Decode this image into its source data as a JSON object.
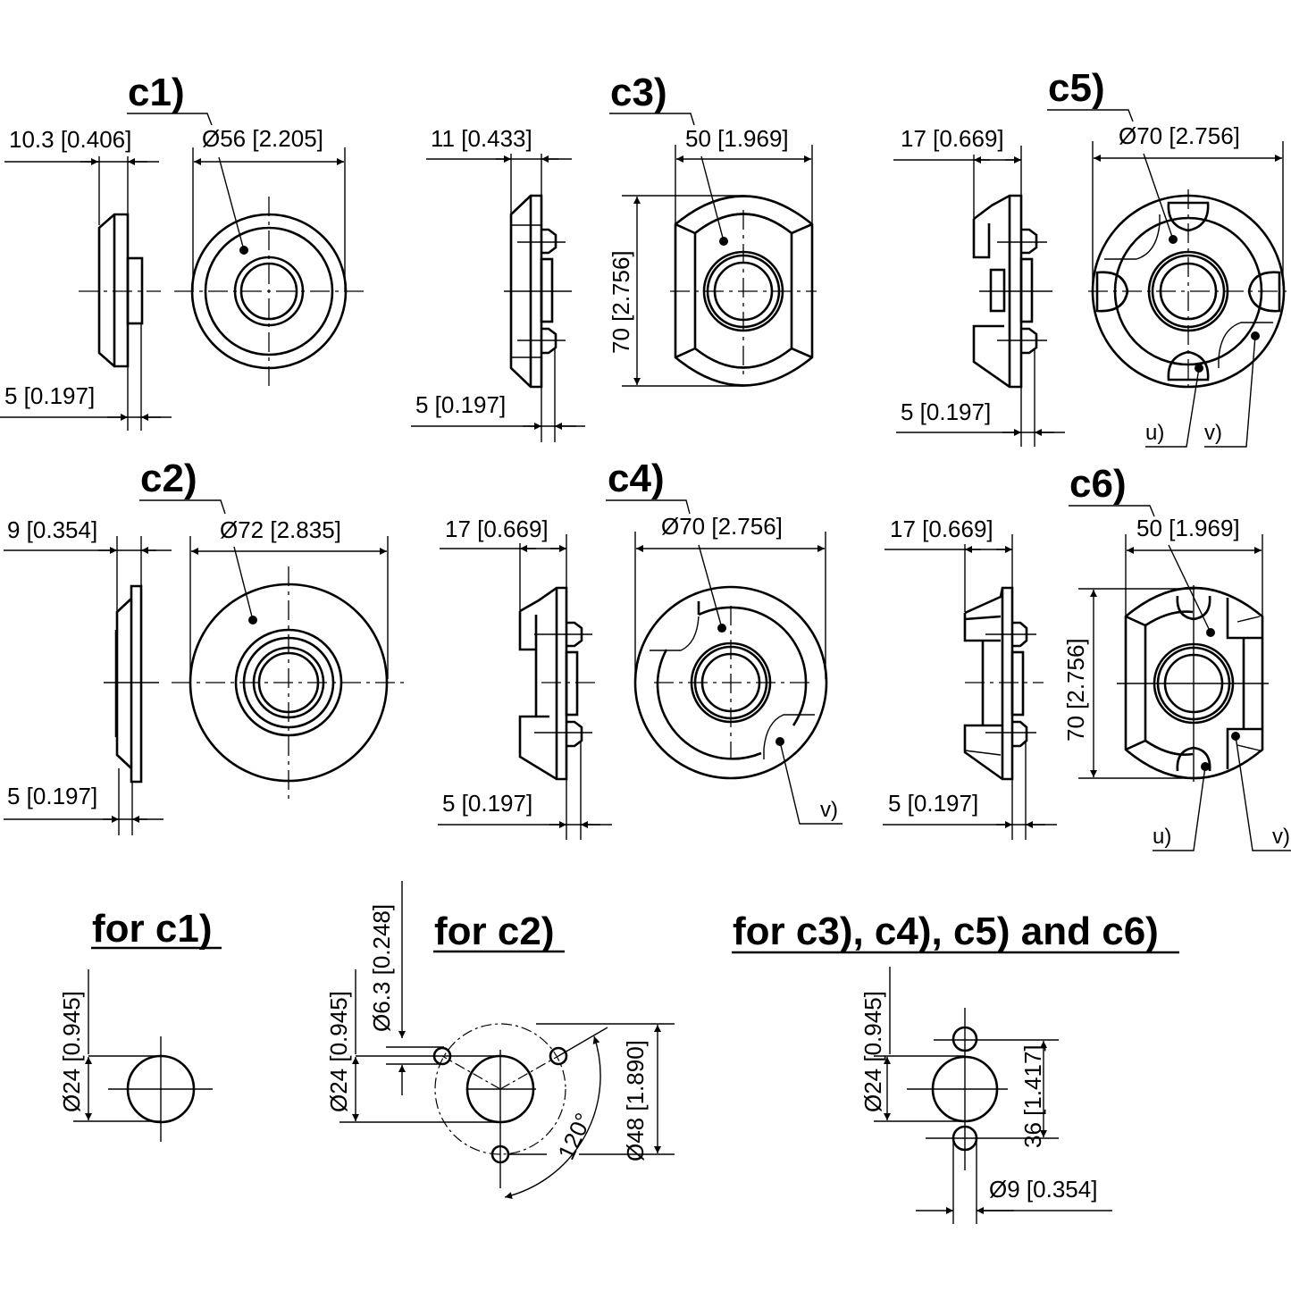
{
  "variants": [
    {
      "id": "c1",
      "title": "c1)",
      "side_width": "10.3 [0.406]",
      "side_offset": "5 [0.197]",
      "front_dim": "Ø56 [2.205]"
    },
    {
      "id": "c2",
      "title": "c2)",
      "side_width": "9 [0.354]",
      "side_offset": "5 [0.197]",
      "front_dim": "Ø72 [2.835]"
    },
    {
      "id": "c3",
      "title": "c3)",
      "side_width": "11 [0.433]",
      "side_offset": "5 [0.197]",
      "front_dim": "50 [1.969]",
      "front_height": "70 [2.756]"
    },
    {
      "id": "c4",
      "title": "c4)",
      "side_width": "17 [0.669]",
      "side_offset": "5 [0.197]",
      "front_dim": "Ø70 [2.756]",
      "callouts": [
        "v)"
      ]
    },
    {
      "id": "c5",
      "title": "c5)",
      "side_width": "17 [0.669]",
      "side_offset": "5 [0.197]",
      "front_dim": "Ø70 [2.756]",
      "callouts": [
        "u)",
        "v)"
      ]
    },
    {
      "id": "c6",
      "title": "c6)",
      "side_width": "17 [0.669]",
      "side_offset": "5 [0.197]",
      "front_dim": "50 [1.969]",
      "front_height": "70 [2.756]",
      "callouts": [
        "u)",
        "v)"
      ]
    }
  ],
  "cutouts": [
    {
      "title": "for c1)",
      "hole_dia": "Ø24 [0.945]"
    },
    {
      "title": "for c2)",
      "hole_dia": "Ø24 [0.945]",
      "bolt_hole_dia": "Ø6.3 [0.248]",
      "bolt_circle": "Ø48 [1.890]",
      "angle": "120°"
    },
    {
      "title": "for c3), c4), c5) and c6)",
      "hole_dia": "Ø24 [0.945]",
      "hole_spacing": "36 [1.417]",
      "small_hole_dia": "Ø9 [0.354]"
    }
  ]
}
